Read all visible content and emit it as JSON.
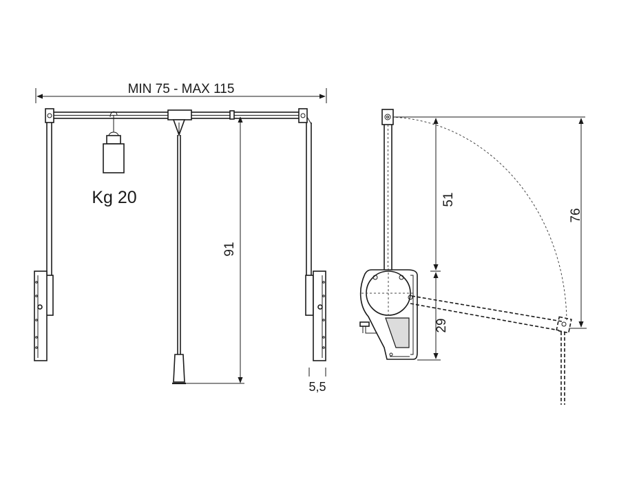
{
  "labels": {
    "width_range": "MIN 75 - MAX 115",
    "load": "Kg 20",
    "height_91": "91",
    "offset_55": "5,5",
    "height_51": "51",
    "height_76": "76",
    "height_29": "29"
  },
  "colors": {
    "line": "#1a1a1a",
    "background": "#ffffff"
  }
}
